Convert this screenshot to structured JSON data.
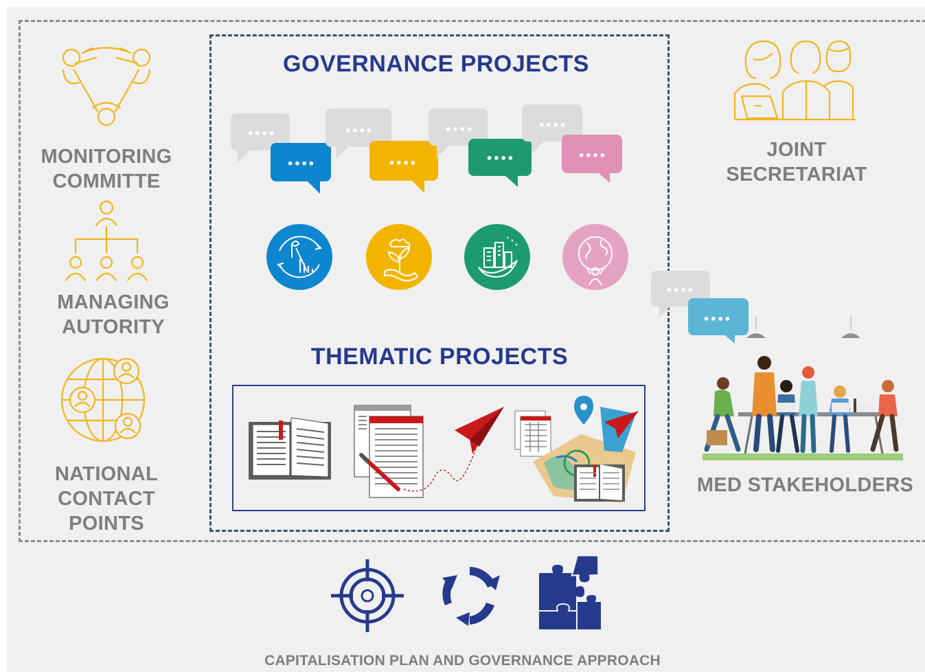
{
  "left": {
    "monitoring": [
      "MONITORING",
      "COMMITTE"
    ],
    "managing": [
      "MANAGING",
      "AUTORITY"
    ],
    "national": [
      "NATIONAL",
      "CONTACT",
      "POINTS"
    ]
  },
  "center": {
    "governance_title": "GOVERNANCE PROJECTS",
    "thematic_title": "THEMATIC PROJECTS",
    "bubble_colors": [
      "#0e86cf",
      "#f3b400",
      "#1d9b6f",
      "#e08fb5"
    ],
    "theme_colors": [
      "#0e86cf",
      "#f3b400",
      "#1d9b6f",
      "#e5a3c2"
    ],
    "bubble_dots": "••••"
  },
  "right": {
    "joint": [
      "JOINT",
      "SECRETARIAT"
    ],
    "med": "MED STAKEHOLDERS",
    "stakeholder_bubble_color": "#5bb6d6"
  },
  "footer": {
    "caption": "CAPITALISATION PLAN AND GOVERNANCE APPROACH",
    "icons": [
      "target-icon",
      "cycle-icon",
      "puzzle-icon"
    ],
    "icon_color": "#263a8c"
  },
  "colors": {
    "gold": "#f2b51e",
    "grey_text": "#7e7e7e",
    "navy": "#263a8c",
    "red": "#c8191b"
  }
}
